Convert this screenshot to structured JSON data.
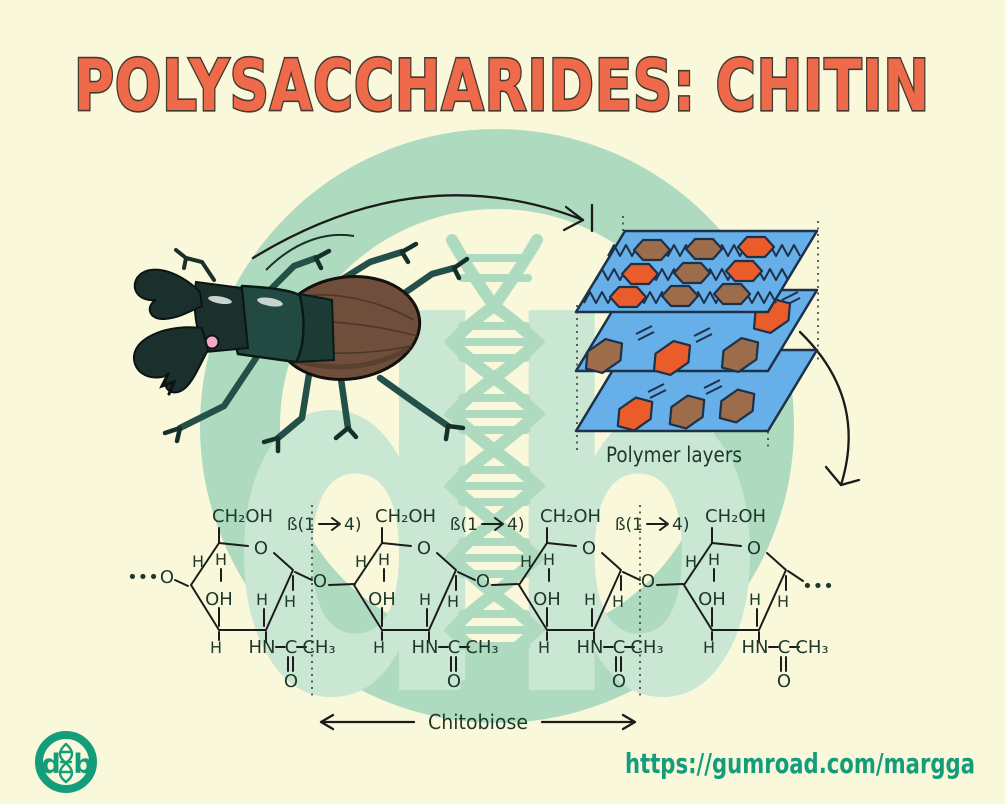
{
  "title": "POLYSACCHARIDES: CHITIN",
  "watermark": {
    "letters": "db"
  },
  "polymer": {
    "label": "Polymer layers",
    "sheet_count": 3,
    "top_sheet_hex_rows": [
      [
        "brown",
        "brown",
        "orange"
      ],
      [
        "orange",
        "brown",
        "orange"
      ],
      [
        "orange",
        "brown",
        "brown"
      ]
    ],
    "middle_sheet_hexes": [
      "orange",
      "brown",
      "orange",
      "brown"
    ],
    "bottom_sheet_hexes": [
      "orange",
      "orange",
      "brown"
    ]
  },
  "chemistry": {
    "ring_count": 4,
    "labels": {
      "ch2oh": "CH₂OH",
      "o": "O",
      "oh": "OH",
      "h": "H",
      "hn": "HN",
      "c": "C",
      "ch3": "CH₃",
      "bond_full": "ß(1⟶4)",
      "bond_open": "ß(1",
      "bond_close": "4)",
      "ellipsis": "•••"
    },
    "bond_label_count": 3
  },
  "chitobiose": {
    "label": "Chitobiose"
  },
  "footer": {
    "url": "https://gumroad.com/margga",
    "logo_d": "d",
    "logo_b": "b"
  },
  "colors": {
    "bg": "#FAF8DB",
    "title": "#EE6A4A",
    "title-outline": "#453A2F",
    "wm-ring": "#AEDBC0",
    "wm-letters": "#C9E7D2",
    "helix": "#AEDBC0",
    "ink": "#1C1C1C",
    "chem-text": "#1E392C",
    "teal": "#149D7B",
    "sheet-blue": "#67AFE9",
    "sheet-outline": "#1D3148",
    "hex-orange": "#EB5C2B",
    "hex-brown": "#9C6C4B",
    "beetle-dark": "#1B302C",
    "beetle-mid": "#234A42",
    "beetle-leg": "#24504A",
    "elytra": "#6F4F3C",
    "elytra-line": "#4C3727",
    "eye-pink": "#F2A9C6",
    "slit": "#C9D4CF"
  }
}
